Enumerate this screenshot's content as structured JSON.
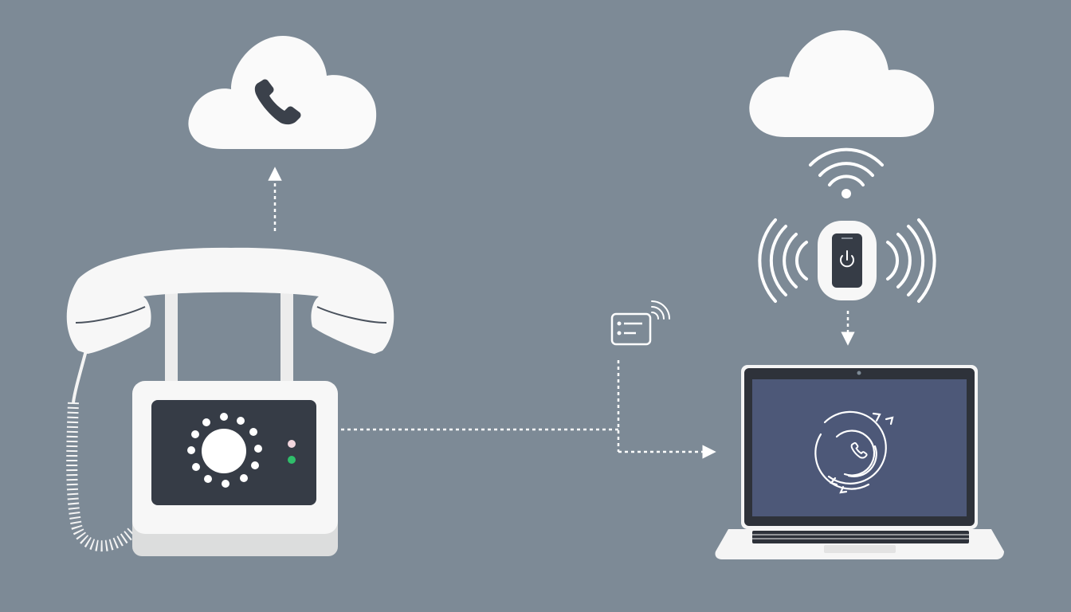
{
  "colors": {
    "background": "#7d8a96",
    "cloud": "#fafafa",
    "device_white": "#f4f4f4",
    "device_shadow": "#d9dadb",
    "panel_dark": "#363c46",
    "laptop_screen": "#4d5878",
    "laptop_bezel": "#2e323a",
    "arrow": "#ffffff",
    "status_led_green": "#2fbe6a",
    "status_led_pink": "#f2d6de",
    "icon_dark": "#3b414b"
  },
  "nodes": [
    {
      "id": "desk-phone",
      "icon": "rotary-desk-phone"
    },
    {
      "id": "cloud-left",
      "icon": "cloud-with-phone-handset"
    },
    {
      "id": "cloud-right",
      "icon": "cloud"
    },
    {
      "id": "wifi",
      "icon": "wifi-signal"
    },
    {
      "id": "mobile",
      "icon": "smartphone-broadcasting"
    },
    {
      "id": "sms-tag",
      "icon": "message-card-wireless"
    },
    {
      "id": "laptop",
      "icon": "laptop-showing-call-forwarding"
    }
  ],
  "edges": [
    {
      "from": "desk-phone",
      "to": "cloud-left",
      "style": "dashed"
    },
    {
      "from": "desk-phone",
      "to": "laptop",
      "style": "dashed"
    },
    {
      "from": "sms-tag",
      "to": "laptop",
      "style": "dashed"
    },
    {
      "from": "mobile",
      "to": "laptop",
      "style": "dashed"
    }
  ]
}
